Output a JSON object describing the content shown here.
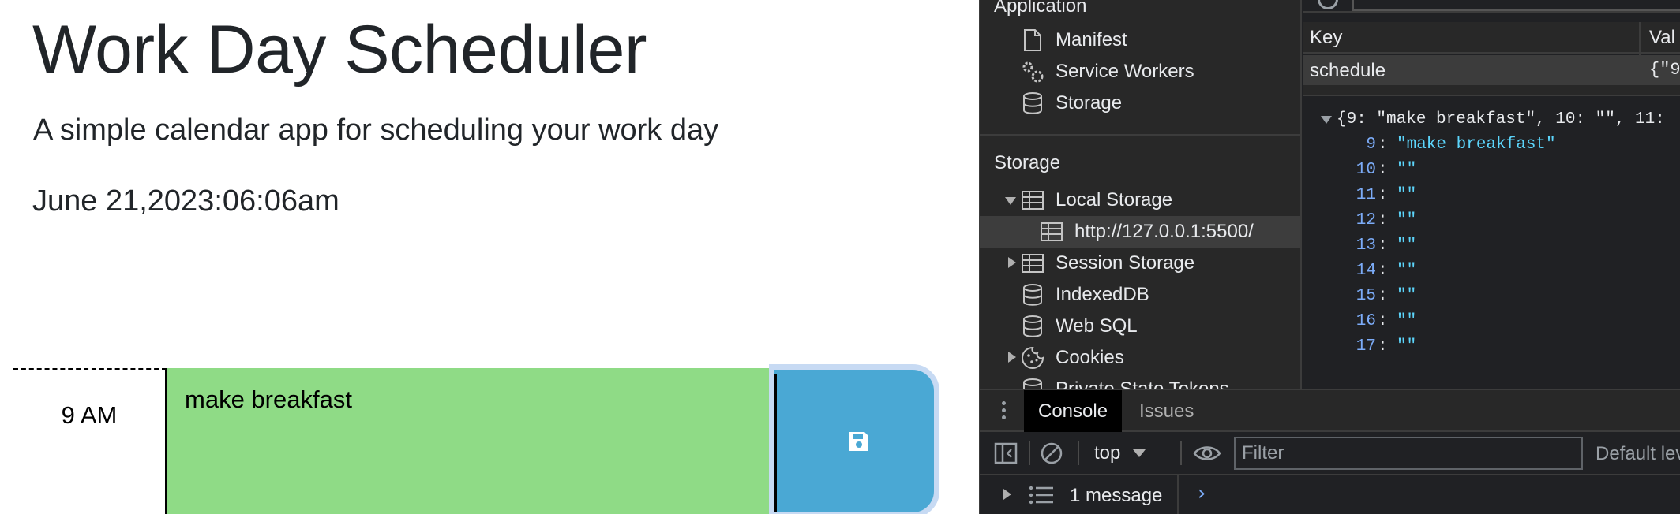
{
  "app": {
    "title": "Work Day Scheduler",
    "subtitle": "A simple calendar app for scheduling your work day",
    "current_date": "June 21,2023:06:06am",
    "blocks": [
      {
        "hour_label": "9 AM",
        "description": "make breakfast",
        "state_color": "#8fdb86"
      }
    ],
    "save_icon": "floppy-disk-icon",
    "save_button_color": "#4aa8d4"
  },
  "devtools": {
    "sidebar": {
      "application_heading": "Application",
      "application_items": [
        {
          "label": "Manifest",
          "icon": "file-icon"
        },
        {
          "label": "Service Workers",
          "icon": "gears-icon"
        },
        {
          "label": "Storage",
          "icon": "database-icon"
        }
      ],
      "storage_heading": "Storage",
      "storage_items": [
        {
          "label": "Local Storage",
          "icon": "table-icon",
          "expanded": true
        },
        {
          "label": "http://127.0.0.1:5500/",
          "icon": "table-icon",
          "selected": true
        },
        {
          "label": "Session Storage",
          "icon": "table-icon",
          "expanded": false
        },
        {
          "label": "IndexedDB",
          "icon": "database-icon"
        },
        {
          "label": "Web SQL",
          "icon": "database-icon"
        },
        {
          "label": "Cookies",
          "icon": "cookie-icon",
          "expanded": false
        },
        {
          "label": "Private State Tokens",
          "icon": "database-icon"
        }
      ]
    },
    "storage_table": {
      "filter_placeholder": "Filter",
      "columns": [
        "Key",
        "Val"
      ],
      "rows": [
        {
          "key": "schedule",
          "value": "{\"9"
        }
      ]
    },
    "json_preview": {
      "summary": "{9: \"make breakfast\", 10: \"\", 11:",
      "entries": [
        {
          "key": "9",
          "value": "\"make breakfast\""
        },
        {
          "key": "10",
          "value": "\"\""
        },
        {
          "key": "11",
          "value": "\"\""
        },
        {
          "key": "12",
          "value": "\"\""
        },
        {
          "key": "13",
          "value": "\"\""
        },
        {
          "key": "14",
          "value": "\"\""
        },
        {
          "key": "15",
          "value": "\"\""
        },
        {
          "key": "16",
          "value": "\"\""
        },
        {
          "key": "17",
          "value": "\"\""
        }
      ]
    },
    "drawer": {
      "tabs": [
        {
          "label": "Console",
          "active": true
        },
        {
          "label": "Issues",
          "active": false
        }
      ],
      "context": "top",
      "filter_placeholder": "Filter",
      "levels_label": "Default lev",
      "message_count": "1 message",
      "prompt_symbol": "›"
    }
  }
}
